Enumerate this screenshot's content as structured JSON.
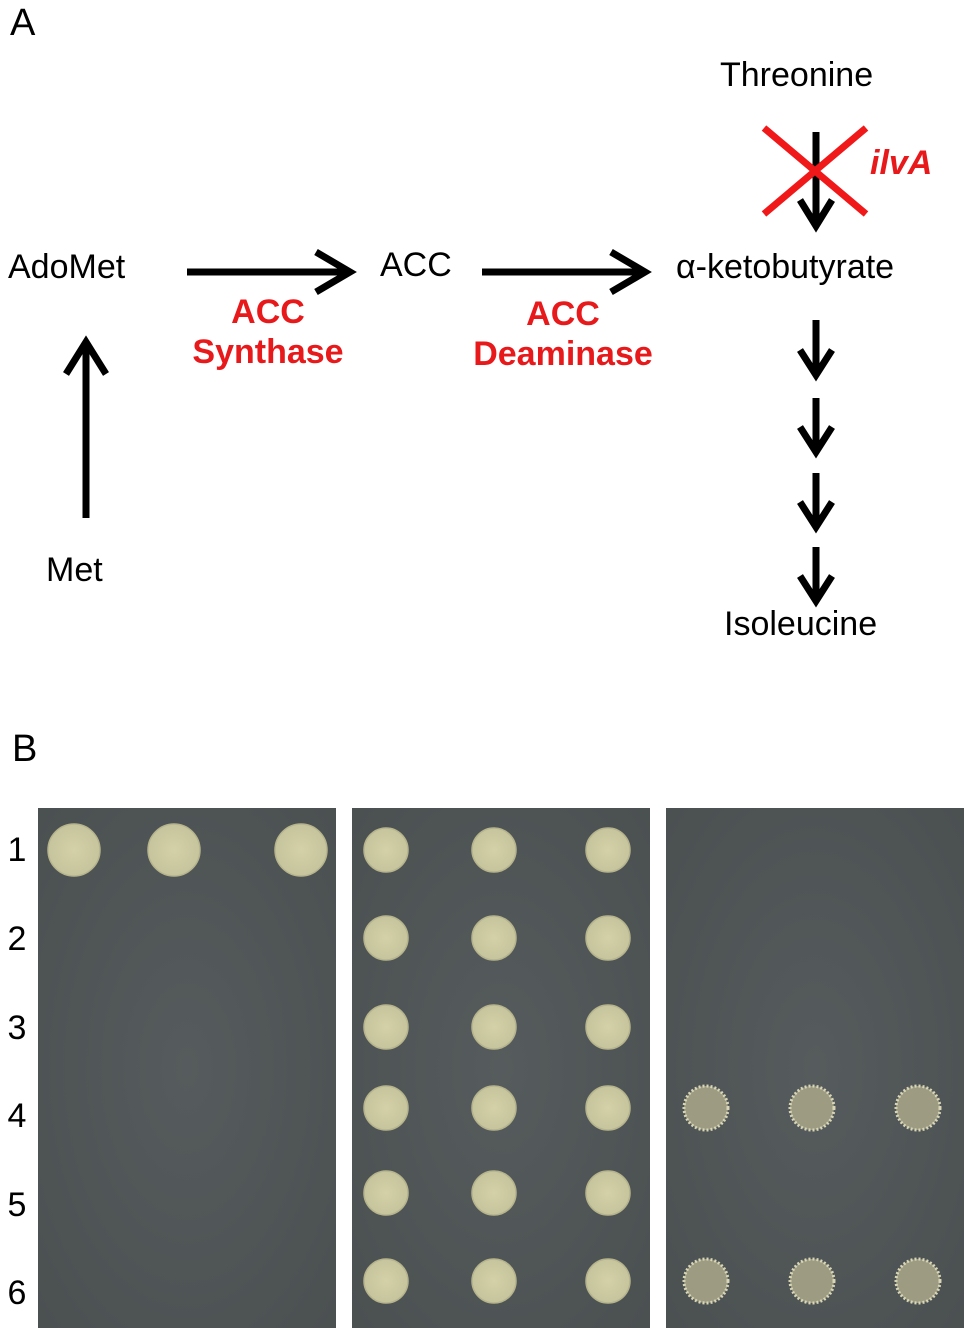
{
  "panel_a": {
    "label": "A",
    "nodes": {
      "threonine": "Threonine",
      "adomet": "AdoMet",
      "acc": "ACC",
      "ketobutyrate": "α-ketobutyrate",
      "met": "Met",
      "isoleucine": "Isoleucine"
    },
    "enzymes": {
      "acc_synthase_line1": "ACC",
      "acc_synthase_line2": "Synthase",
      "acc_deaminase_line1": "ACC",
      "acc_deaminase_line2": "Deaminase"
    },
    "blocked_gene": "ilvA",
    "colors": {
      "arrow": "#000000",
      "enzyme_text": "#e8191b",
      "block_cross": "#f01818"
    }
  },
  "panel_b": {
    "label": "B",
    "row_labels": [
      "1",
      "2",
      "3",
      "4",
      "5",
      "6"
    ],
    "colors": {
      "plate_background": "#4a4f50",
      "colony": "#c6c49c"
    },
    "plates": [
      {
        "growth": [
          [
            true,
            true,
            true
          ],
          [
            false,
            false,
            false
          ],
          [
            false,
            false,
            false
          ],
          [
            false,
            false,
            false
          ],
          [
            false,
            false,
            false
          ],
          [
            false,
            false,
            false
          ]
        ]
      },
      {
        "growth": [
          [
            true,
            true,
            true
          ],
          [
            true,
            true,
            true
          ],
          [
            true,
            true,
            true
          ],
          [
            true,
            true,
            true
          ],
          [
            true,
            true,
            true
          ],
          [
            true,
            true,
            true
          ]
        ]
      },
      {
        "growth": [
          [
            false,
            false,
            false
          ],
          [
            false,
            false,
            false
          ],
          [
            false,
            false,
            false
          ],
          [
            true,
            true,
            true
          ],
          [
            false,
            false,
            false
          ],
          [
            true,
            true,
            true
          ]
        ]
      }
    ]
  }
}
